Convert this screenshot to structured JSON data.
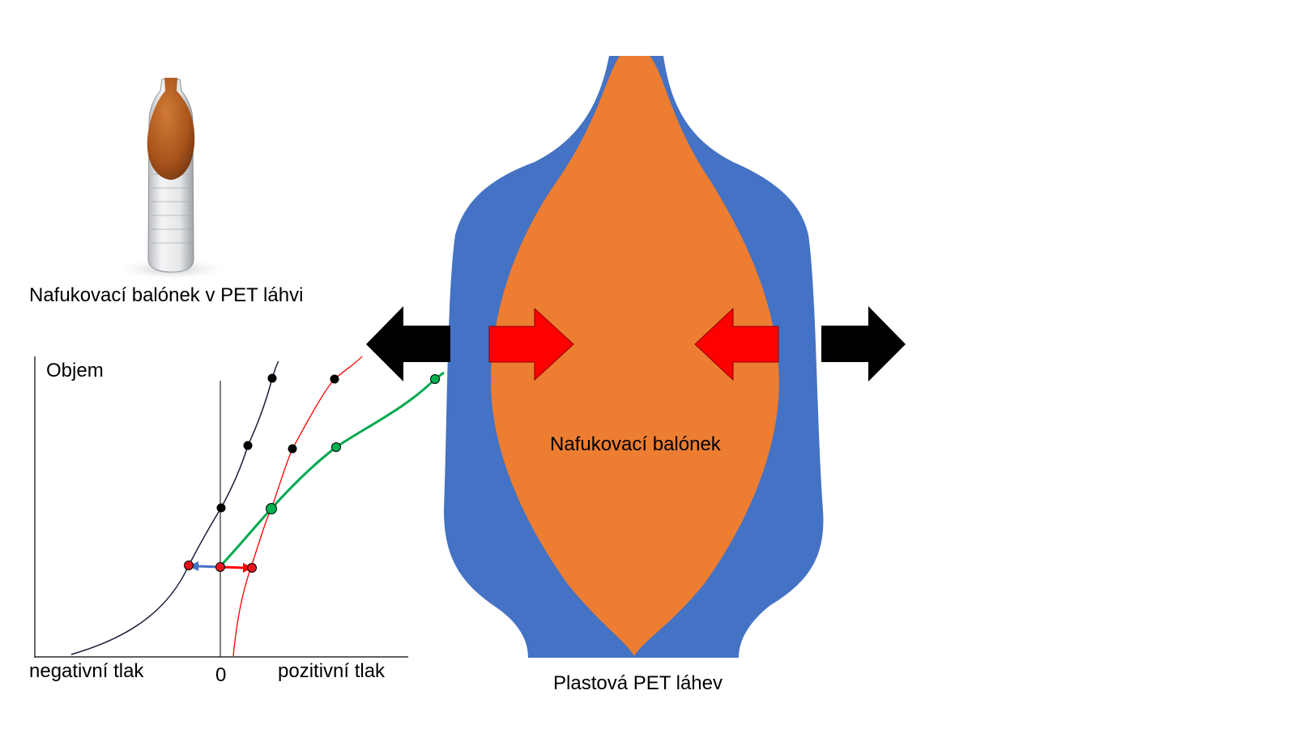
{
  "photo": {
    "caption": "Nafukovací balónek v PET láhvi",
    "icon": "bottle-with-balloon-photo"
  },
  "graph": {
    "y_label": "Objem",
    "x_label_left": "negativní tlak",
    "x_label_zero": "0",
    "x_label_right": "pozitivní tlak",
    "colors": {
      "black_curve": "#1a1f3a",
      "red_curve": "#ff0000",
      "green_curve": "#00a94f",
      "blue_arrow": "#4472c4"
    }
  },
  "bottle": {
    "balloon_label": "Nafukovací balónek",
    "bottle_label": "Plastová PET láhev",
    "colors": {
      "bottle": "#4472c4",
      "balloon": "#ed7d31",
      "inward_arrow": "#ff0000",
      "outward_arrow": "#000000"
    }
  }
}
